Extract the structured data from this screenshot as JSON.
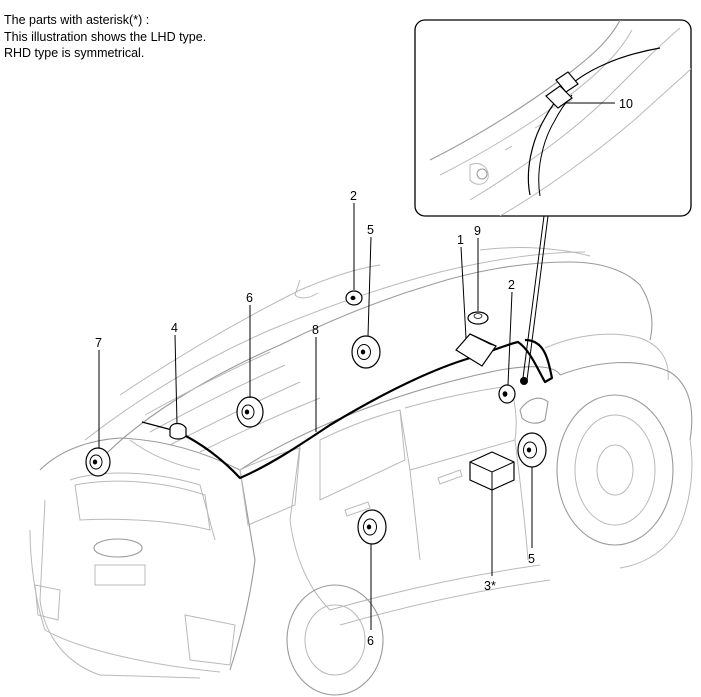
{
  "note": {
    "line1": "The parts with asterisk(*) :",
    "line2": "This illustration shows the LHD type.",
    "line3": "RHD type is symmetrical."
  },
  "callouts": {
    "c1": "1",
    "c2a": "2",
    "c2b": "2",
    "c3": "3*",
    "c4": "4",
    "c5a": "5",
    "c5b": "5",
    "c6a": "6",
    "c6b": "6",
    "c7": "7",
    "c8": "8",
    "c9": "9",
    "c10": "10"
  },
  "colors": {
    "ink": "#000000",
    "vehicle_outline": "#b9b9b9",
    "part_fill": "#ffffff",
    "inset_border": "#000000"
  }
}
